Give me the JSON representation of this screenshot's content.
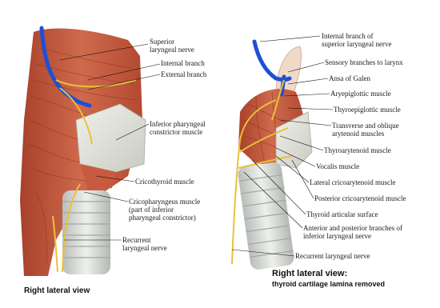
{
  "colors": {
    "nerve_blue": "#1f4fd6",
    "nerve_yellow": "#e8c23a",
    "muscle": "#c9563a",
    "cartilage": "#e6e6dc",
    "trachea": "#d9dcd8"
  },
  "left_panel": {
    "caption": "Right lateral view",
    "labels": {
      "superior_laryngeal_nerve": "Superior\nlaryngeal nerve",
      "internal_branch": "Internal branch",
      "external_branch": "External branch",
      "inferior_pharyngeal_constrictor": "Inferior pharyngeal\nconstrictor muscle",
      "cricothyroid_muscle": "Cricothyroid muscle",
      "cricopharyngeus_muscle": "Cricopharyngeus muscle\n(part of inferior\npharyngeal constrictor)",
      "recurrent_laryngeal_nerve": "Recurrent\nlaryngeal nerve"
    }
  },
  "right_panel": {
    "caption": "Right lateral view:",
    "subcaption": "thyroid cartilage lamina removed",
    "labels": {
      "internal_branch_sup": "Internal branch of\nsuperior laryngeal nerve",
      "sensory_branches": "Sensory branches to larynx",
      "ansa_of_galen": "Ansa of Galen",
      "aryepiglottic": "Aryepiglottic muscle",
      "thyroepiglottic": "Thyroepiglottic muscle",
      "transverse_oblique": "Transverse and oblique\narytenoid muscles",
      "thyroarytenoid": "Thyroarytenoid muscle",
      "vocalis": "Vocalis muscle",
      "lateral_cricoarytenoid": "Lateral cricoarytenoid muscle",
      "posterior_cricoarytenoid": "Posterior cricoarytenoid muscle",
      "thyroid_articular": "Thyroid articular surface",
      "ant_post_branches": "Anterior and posterior branches of\ninferior laryngeal nerve",
      "recurrent_laryngeal": "Recurrent laryngeal nerve"
    }
  }
}
